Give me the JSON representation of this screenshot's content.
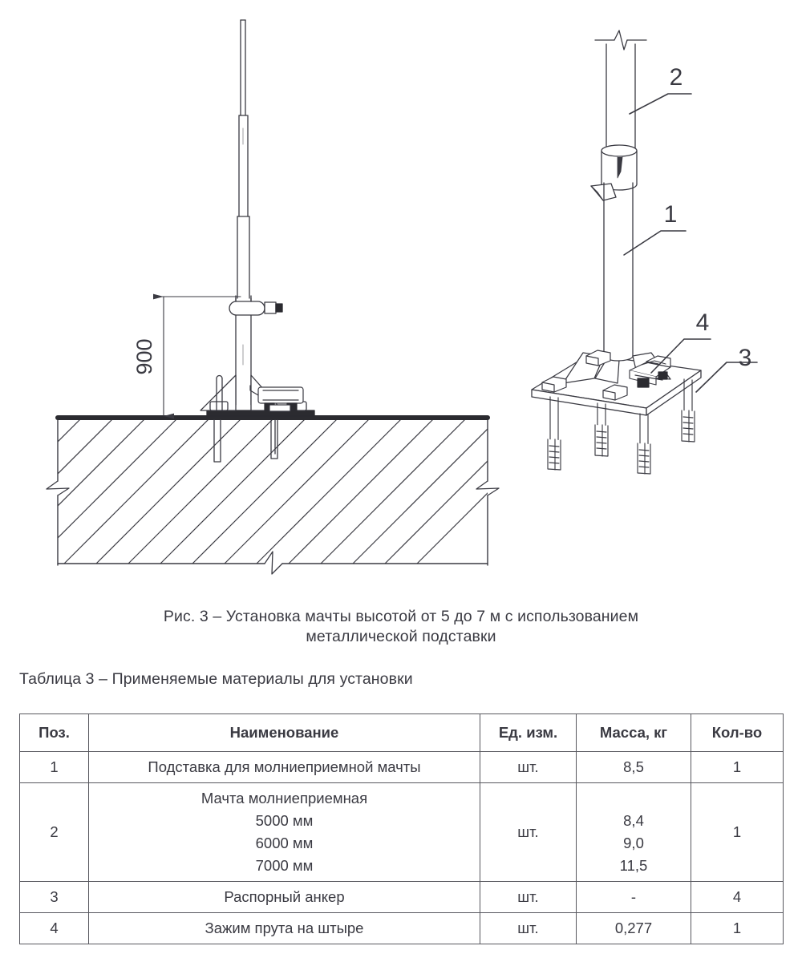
{
  "figure": {
    "caption_line1": "Рис. 3 – Установка мачты высотой от 5 до 7 м с использованием",
    "caption_line2": "металлической подставки",
    "dimension_900": "900",
    "callouts": {
      "one": "1",
      "two": "2",
      "three": "3",
      "four": "4"
    }
  },
  "table_title": "Таблица 3 – Применяемые материалы для установки",
  "chart_data": {
    "type": "table",
    "title": "Таблица 3 – Применяемые материалы для установки",
    "columns": [
      "Поз.",
      "Наименование",
      "Ед. изм.",
      "Масса, кг",
      "Кол-во"
    ],
    "rows": [
      {
        "pos": "1",
        "name": "Подставка для молниеприемной мачты",
        "unit": "шт.",
        "mass": "8,5",
        "qty": "1"
      },
      {
        "pos": "2",
        "name": "Мачта молниеприемная\n5000 мм\n6000 мм\n7000 мм",
        "unit": "шт.",
        "mass": "\n8,4\n9,0\n11,5",
        "qty": "1"
      },
      {
        "pos": "3",
        "name": "Распорный анкер",
        "unit": "шт.",
        "mass": "-",
        "qty": "4"
      },
      {
        "pos": "4",
        "name": "Зажим прута на штыре",
        "unit": "шт.",
        "mass": "0,277",
        "qty": "1"
      }
    ]
  },
  "colors": {
    "line": "#3a3a42",
    "text": "#3a3a42",
    "border": "#58585f",
    "slab_top": "#2b2b30",
    "fill": "#ffffff"
  }
}
